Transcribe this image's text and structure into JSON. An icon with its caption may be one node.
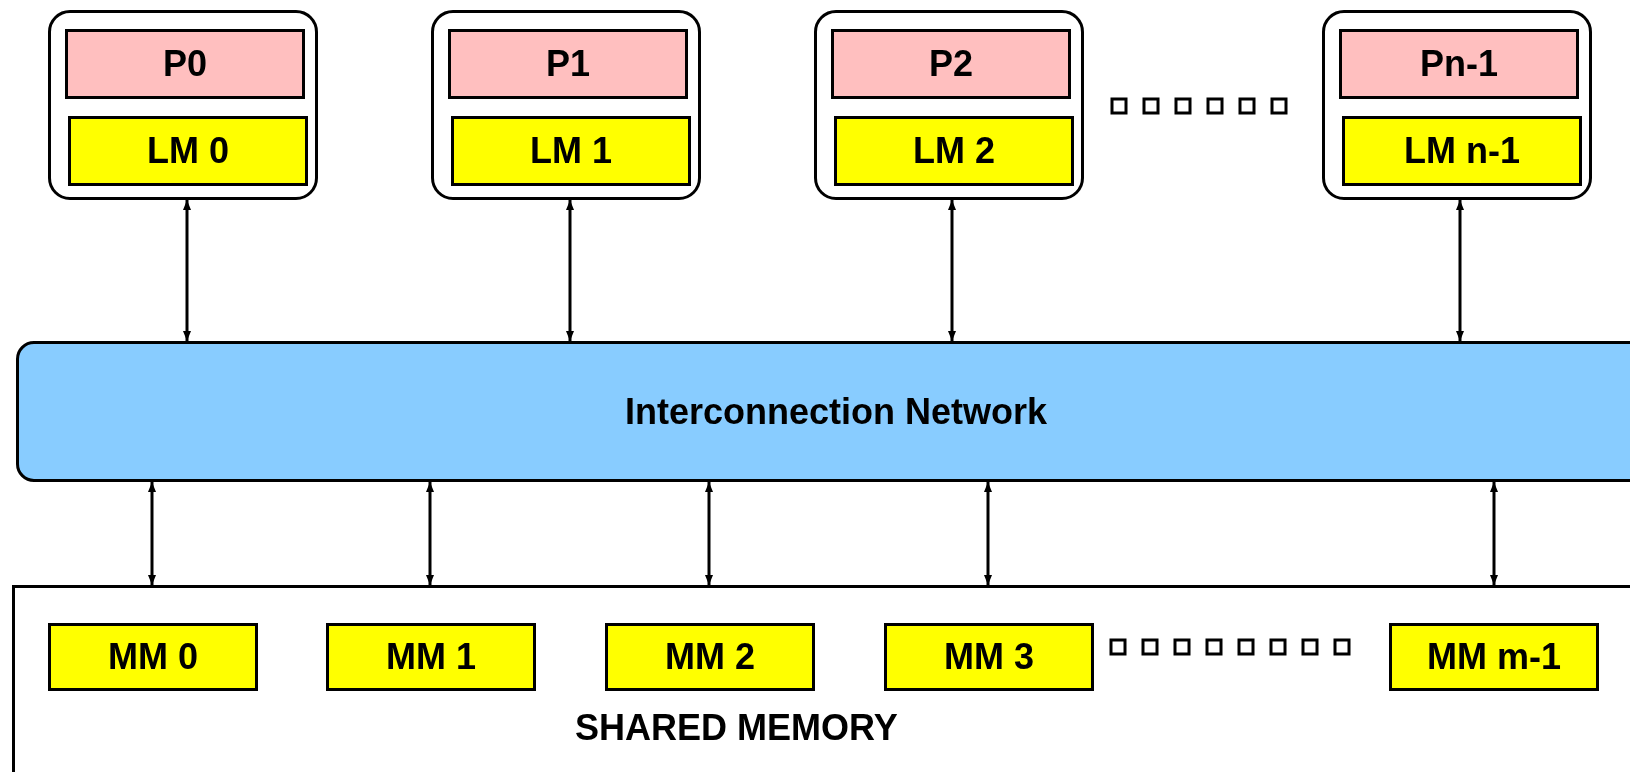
{
  "diagram": {
    "nodes": [
      {
        "text": [],
        "shape": "box"
      },
      {
        "text": [
          "P0"
        ],
        "in": 0
      },
      {
        "text": [
          "LM 0"
        ],
        "in": 0
      },
      {
        "text": [],
        "shape": "box"
      },
      {
        "text": [
          "P1"
        ],
        "in": 3
      },
      {
        "text": [
          "LM 1"
        ],
        "in": 3
      },
      {
        "text": [],
        "shape": "box"
      },
      {
        "text": [
          "P2"
        ],
        "in": 6
      },
      {
        "text": [
          "LM 2"
        ],
        "in": 6
      },
      {
        "text": [],
        "shape": "box"
      },
      {
        "text": [
          "Pn-1"
        ],
        "in": 9
      },
      {
        "text": [
          "LM n-1"
        ],
        "in": 9
      },
      {
        "text": [
          "Interconnection Network"
        ]
      },
      {
        "text": [
          "SHARED MEMORY"
        ]
      },
      {
        "text": [
          "MM 0"
        ],
        "in": 13
      },
      {
        "text": [
          "MM 1"
        ],
        "in": 13
      },
      {
        "text": [
          "MM 2"
        ],
        "in": 13
      },
      {
        "text": [
          "MM 3"
        ],
        "in": 13
      },
      {
        "text": [
          "MM m-1"
        ],
        "in": 13
      }
    ],
    "edges": [
      {
        "from": 0,
        "to": 12,
        "arrow": "both"
      },
      {
        "from": 3,
        "to": 12,
        "arrow": "both"
      },
      {
        "from": 6,
        "to": 12,
        "arrow": "both"
      },
      {
        "from": 9,
        "to": 12,
        "arrow": "both"
      },
      {
        "from": 12,
        "to": 13,
        "arrow": "both"
      },
      {
        "from": 12,
        "to": 13,
        "arrow": "both"
      },
      {
        "from": 12,
        "to": 13,
        "arrow": "both"
      },
      {
        "from": 12,
        "to": 13,
        "arrow": "both"
      },
      {
        "from": 12,
        "to": 13,
        "arrow": "both"
      }
    ]
  }
}
